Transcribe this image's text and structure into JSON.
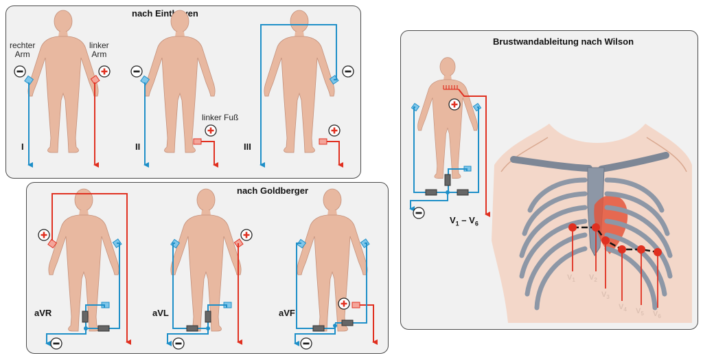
{
  "einthoven": {
    "title": "nach Einthoven",
    "right_arm": "rechter\nArm",
    "left_arm": "linker\nArm",
    "left_foot": "linker Fuß",
    "leads": [
      "I",
      "II",
      "III"
    ]
  },
  "goldberger": {
    "title": "nach Goldberger",
    "leads": [
      "aVR",
      "aVL",
      "aVF"
    ]
  },
  "wilson": {
    "title": "Brustwandableitung nach Wilson",
    "leads_label_main": "V",
    "leads_label_sub1": "1",
    "leads_label_dash": " – V",
    "leads_label_sub2": "6",
    "electrodes": [
      {
        "main": "V",
        "sub": "1"
      },
      {
        "main": "V",
        "sub": "2"
      },
      {
        "main": "V",
        "sub": "3"
      },
      {
        "main": "V",
        "sub": "4"
      },
      {
        "main": "V",
        "sub": "5"
      },
      {
        "main": "V",
        "sub": "6"
      }
    ]
  },
  "colors": {
    "panel_bg": "#f1f1f1",
    "skin": "#e8b8a0",
    "blue_wire": "#1e8fc8",
    "red_wire": "#e03020",
    "electrode_blue": "#7fc6ea",
    "electrode_red": "#f4a59a",
    "rib": "#8d97a6",
    "heart": "#e3563c"
  },
  "icons": {
    "positive": "plus-sign-icon",
    "negative": "minus-sign-icon"
  }
}
